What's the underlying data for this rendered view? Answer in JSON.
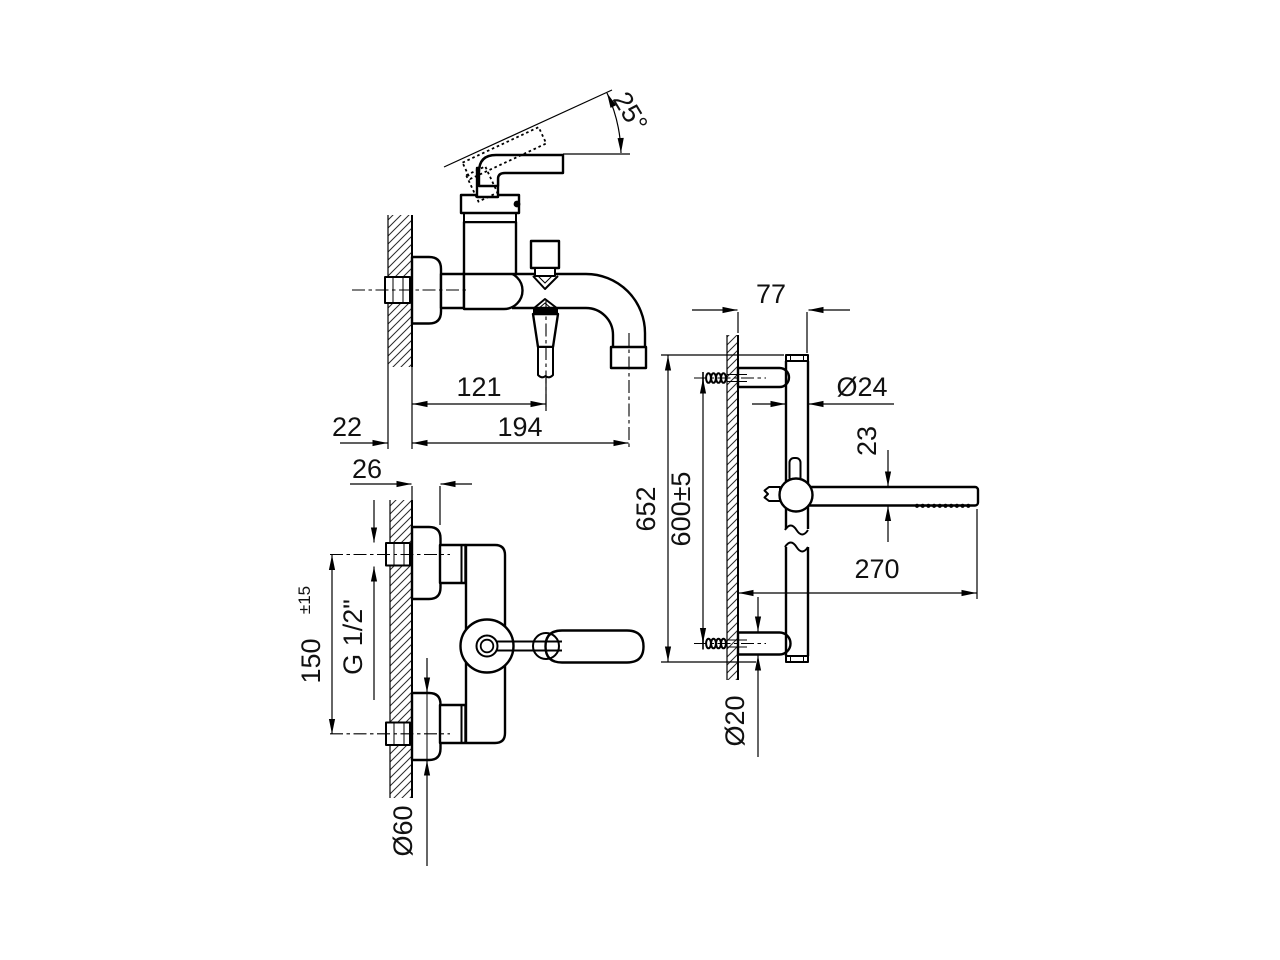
{
  "colors": {
    "line": "#000000",
    "background": "#ffffff",
    "text": "#111111"
  },
  "side_view": {
    "handle_angle": "25°",
    "handshower_outlet_projection": "121",
    "spout_projection": "194",
    "wall_thickness": "22"
  },
  "front_view": {
    "body_offset": "26",
    "inlet_centers": "150",
    "inlet_centers_tolerance": "±15",
    "inlet_thread": "G 1/2\"",
    "flange_diameter": "Ø60"
  },
  "slide_bar_view": {
    "bracket_projection": "77",
    "bar_diameter": "Ø24",
    "handshower_diameter": "23",
    "handshower_length": "270",
    "bar_length": "652",
    "fixing_centers": "600±5",
    "bracket_diameter": "Ø20"
  }
}
